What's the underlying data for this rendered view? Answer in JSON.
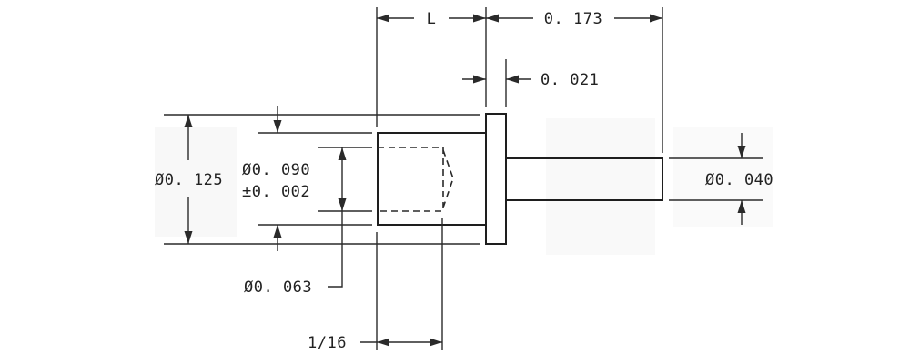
{
  "labels": {
    "length": "L",
    "overall_length": "0. 173",
    "flange_thickness": "0. 021",
    "flange_diameter": "Ø0. 125",
    "bore_diameter_line1": "Ø0. 090",
    "bore_diameter_line2": "±0. 002",
    "pin_diameter": "Ø0. 040",
    "hole_diameter": "Ø0. 063",
    "hole_depth": "1/16"
  }
}
